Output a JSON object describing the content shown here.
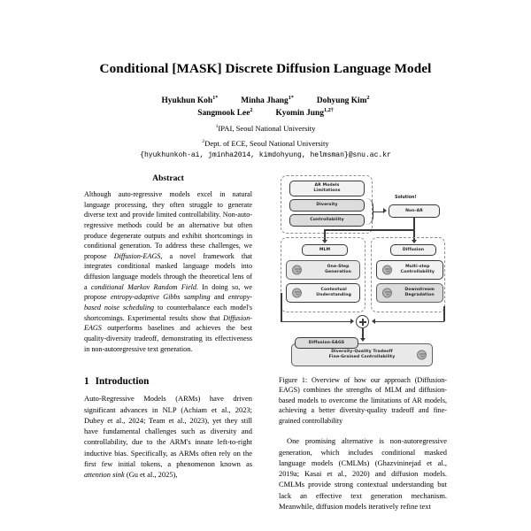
{
  "paper": {
    "title": "Conditional [MASK] Discrete Diffusion Language Model",
    "authors": [
      {
        "name": "Hyukhun Koh",
        "marks": "1*"
      },
      {
        "name": "Minha Jhang",
        "marks": "1*"
      },
      {
        "name": "Dohyung Kim",
        "marks": "2"
      },
      {
        "name": "Sangmook Lee",
        "marks": "2"
      },
      {
        "name": "Kyomin Jung",
        "marks": "1,2†"
      }
    ],
    "affiliations": [
      {
        "mark": "1",
        "text": "IPAI, Seoul National University"
      },
      {
        "mark": "2",
        "text": "Dept. of ECE, Seoul National University"
      }
    ],
    "email": "{hyukhunkoh-ai, jminha2014, kimdohyung, helmsman}@snu.ac.kr"
  },
  "abstract": {
    "heading": "Abstract",
    "paragraphs": [
      "Although auto-regressive models excel in natural language processing, they often struggle to generate diverse text and provide limited controllability. Non-auto-regressive methods could be an alternative but often produce degenerate outputs and exhibit shortcomings in conditional generation. To address these challenges, we propose <em>Diffusion-EAGS</em>, a novel framework that integrates conditional masked language models into diffusion language models through the theoretical lens of a <em>conditional Markov Random Field</em>. In doing so, we propose <em>entropy-adaptive Gibbs sampling</em> and <em>entropy-based noise scheduling</em> to counterbalance each model's shortcomings. Experimental results show that <em>Diffusion-EAGS</em> outperforms baselines and achieves the best quality-diversity tradeoff, demonstrating its effectiveness in non-autoregressive text generation."
    ]
  },
  "introduction": {
    "number": "1",
    "heading": "Introduction",
    "paragraphs": [
      "Auto-Regressive Models (ARMs) have driven significant advances in NLP (Achiam et al., 2023; Dubey et al., 2024; Team et al., 2023), yet they still have fundamental challenges such as diversity and controllability, due to the ARM's innate left-to-right inductive bias. Specifically, as ARMs often rely on the first few initial tokens, a phenomenon known as <em>attention sink</em> (Gu et al., 2025),"
    ]
  },
  "right_column": {
    "paragraphs": [
      "One promising alternative is non-autoregressive generation, which includes conditional masked language models (CMLMs) (Ghazvininejad et al., 2019a; Kasai et al., 2020) and diffusion models. CMLMs provide strong contextual understanding but lack an effective text generation mechanism. Meanwhile, diffusion models iteratively refine text"
    ]
  },
  "figure": {
    "caption_label": "Figure 1:",
    "caption_text": "Overview of how our approach (Diffusion-EAGS) combines the strengths of MLM and diffusion-based models to overcome the limitations of AR models, achieving a better diversity-quality tradeoff and fine-grained controllability",
    "diagram": {
      "ar_limitations_title": "AR Models\nLimitations",
      "ar_limitation_1": "Diversity",
      "ar_limitation_2": "Controllability",
      "solution_label": "Solution!",
      "solution_node": "Non-AR",
      "mlm_header": "MLM",
      "mlm_pro": "One-Step\nGeneration",
      "mlm_con": "Contextual\nUnderstanding",
      "diffusion_header": "Diffusion",
      "diffusion_pro": "Multi-step\nControllability",
      "diffusion_con": "Downstream\nDegradation",
      "result_tag": "Diffusion-EAGS",
      "result_line_1": "Diversity-Quality Tradeoff",
      "result_line_2": "Fine-Grained Controllability"
    }
  }
}
